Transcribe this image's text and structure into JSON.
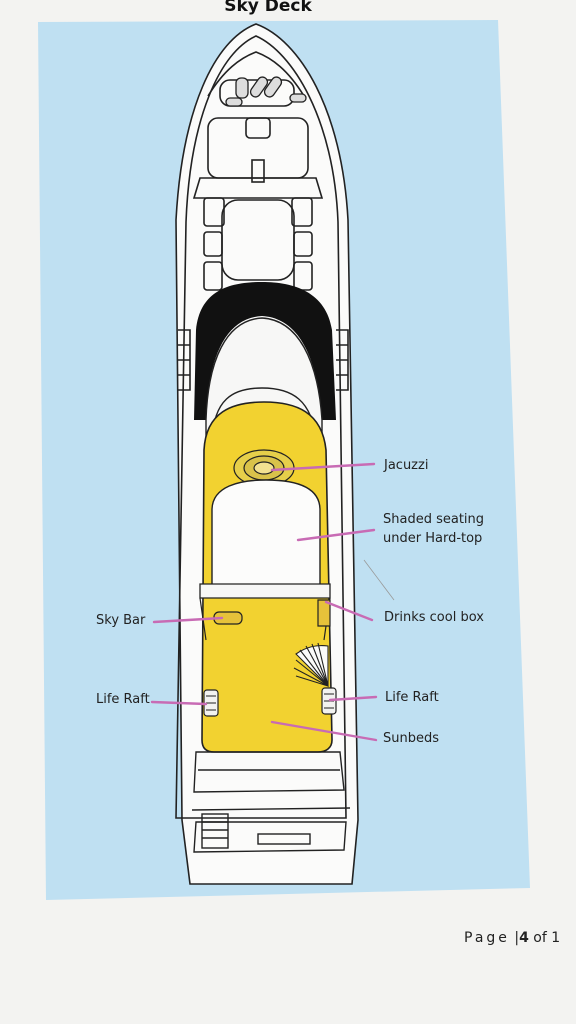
{
  "title": "Sky Deck",
  "labels": {
    "jacuzzi": "Jacuzzi",
    "shaded_line1": "Shaded seating",
    "shaded_line2": "under Hard-top",
    "drinks": "Drinks cool box",
    "sky_bar": "Sky Bar",
    "life_raft_left": "Life Raft",
    "life_raft_right": "Life Raft",
    "sunbeds": "Sunbeds"
  },
  "footer": {
    "page_word": "Page",
    "separator": "|",
    "page_number": "4",
    "of_text": "of 1"
  },
  "colors": {
    "sea": "#bfe0f2",
    "deck": "#f2d230",
    "callout": "#c86bb4",
    "hull_line": "#222222"
  }
}
